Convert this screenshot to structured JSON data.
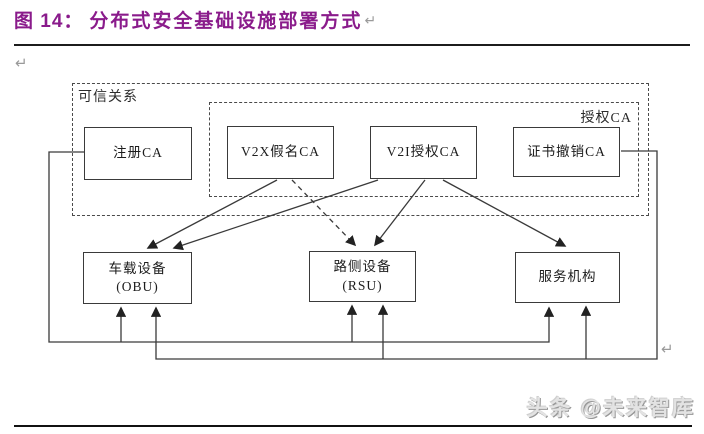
{
  "title": {
    "prefix": "图 14：",
    "text": "分布式安全基础设施部署方式",
    "return_mark": "↵"
  },
  "marks": {
    "after_title": "↵",
    "left_paragraph": "↵",
    "bottom_right_paragraph": "↵"
  },
  "diagram": {
    "outer_group_label": "可信关系",
    "inner_group_label": "授权CA",
    "ca_boxes": [
      {
        "label": "注册CA"
      },
      {
        "label": "V2X假名CA"
      },
      {
        "label": "V2I授权CA"
      },
      {
        "label": "证书撤销CA"
      }
    ],
    "device_boxes": [
      {
        "label": "车载设备",
        "sublabel": "(OBU)"
      },
      {
        "label": "路侧设备",
        "sublabel": "(RSU)"
      },
      {
        "label": "服务机构",
        "sublabel": ""
      }
    ],
    "connections": [
      {
        "from": "V2X假名CA",
        "to": "车载设备(OBU)",
        "style": "solid-arrow"
      },
      {
        "from": "V2X假名CA",
        "to": "路侧设备(RSU)",
        "style": "dashed-arrow"
      },
      {
        "from": "V2I授权CA",
        "to": "车载设备(OBU)",
        "style": "solid-arrow"
      },
      {
        "from": "V2I授权CA",
        "to": "路侧设备(RSU)",
        "style": "solid-arrow"
      },
      {
        "from": "V2I授权CA",
        "to": "服务机构",
        "style": "solid-arrow"
      },
      {
        "from": "注册CA",
        "to": "车载设备(OBU)、路侧设备(RSU)、服务机构",
        "style": "routed-loop-left-arrows-up"
      },
      {
        "from": "证书撤销CA",
        "to": "车载设备(OBU)、路侧设备(RSU)、服务机构",
        "style": "routed-loop-right-arrows-up"
      }
    ]
  },
  "colors": {
    "title": "#8a1b8b",
    "line": "#3a3a3a",
    "paragraph_mark": "#9a9a9a",
    "watermark": "#e3e3e3"
  },
  "watermark": "头条 @未来智库"
}
